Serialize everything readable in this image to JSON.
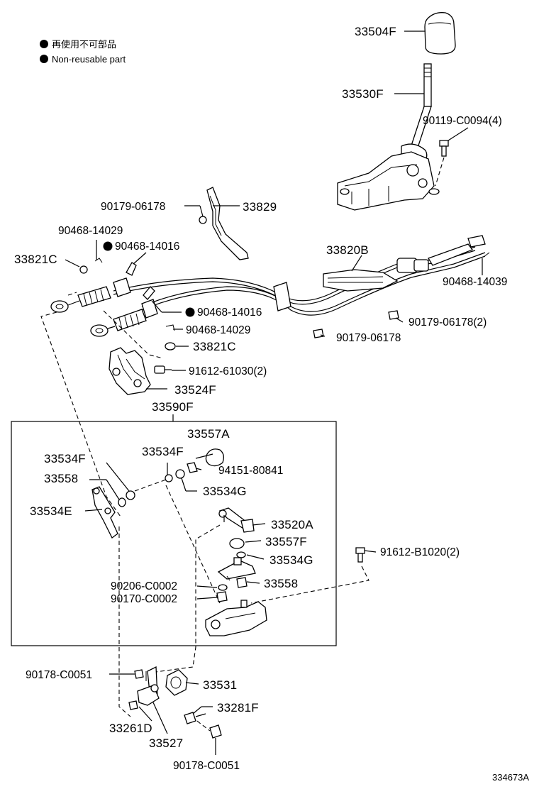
{
  "legend": [
    {
      "text": "再使用不可部品",
      "marker": "filled-circle"
    },
    {
      "text": "Non-reusable part",
      "marker": "filled-circle"
    }
  ],
  "parts": {
    "p33504F": "33504F",
    "p33530F": "33530F",
    "p90119": "90119-C0094(4)",
    "p90179a": "90179-06178",
    "p33829": "33829",
    "p90468_14029a": "90468-14029",
    "p33821Ca": "33821C",
    "p90468_14016a": "90468-14016",
    "p33820B": "33820B",
    "p90468_14039": "90468-14039",
    "p90468_14016b": "90468-14016",
    "p90179b": "90179-06178(2)",
    "p90468_14029b": "90468-14029",
    "p90179c": "90179-06178",
    "p33821Cb": "33821C",
    "p91612_61030": "91612-61030(2)",
    "p33524F": "33524F",
    "p33590F": "33590F",
    "p33557A": "33557A",
    "p33534Fa": "33534F",
    "p33534Fb": "33534F",
    "p94151": "94151-80841",
    "p33558a": "33558",
    "p33534Ga": "33534G",
    "p33534E": "33534E",
    "p33520A": "33520A",
    "p33557F": "33557F",
    "p91612_B1020": "91612-B1020(2)",
    "p33534Gb": "33534G",
    "p90206": "90206-C0002",
    "p33558b": "33558",
    "p90170": "90170-C0002",
    "p90178a": "90178-C0051",
    "p33531": "33531",
    "p33281F": "33281F",
    "p33261D": "33261D",
    "p33527": "33527",
    "p90178b": "90178-C0051"
  },
  "figure_code": "334673A"
}
